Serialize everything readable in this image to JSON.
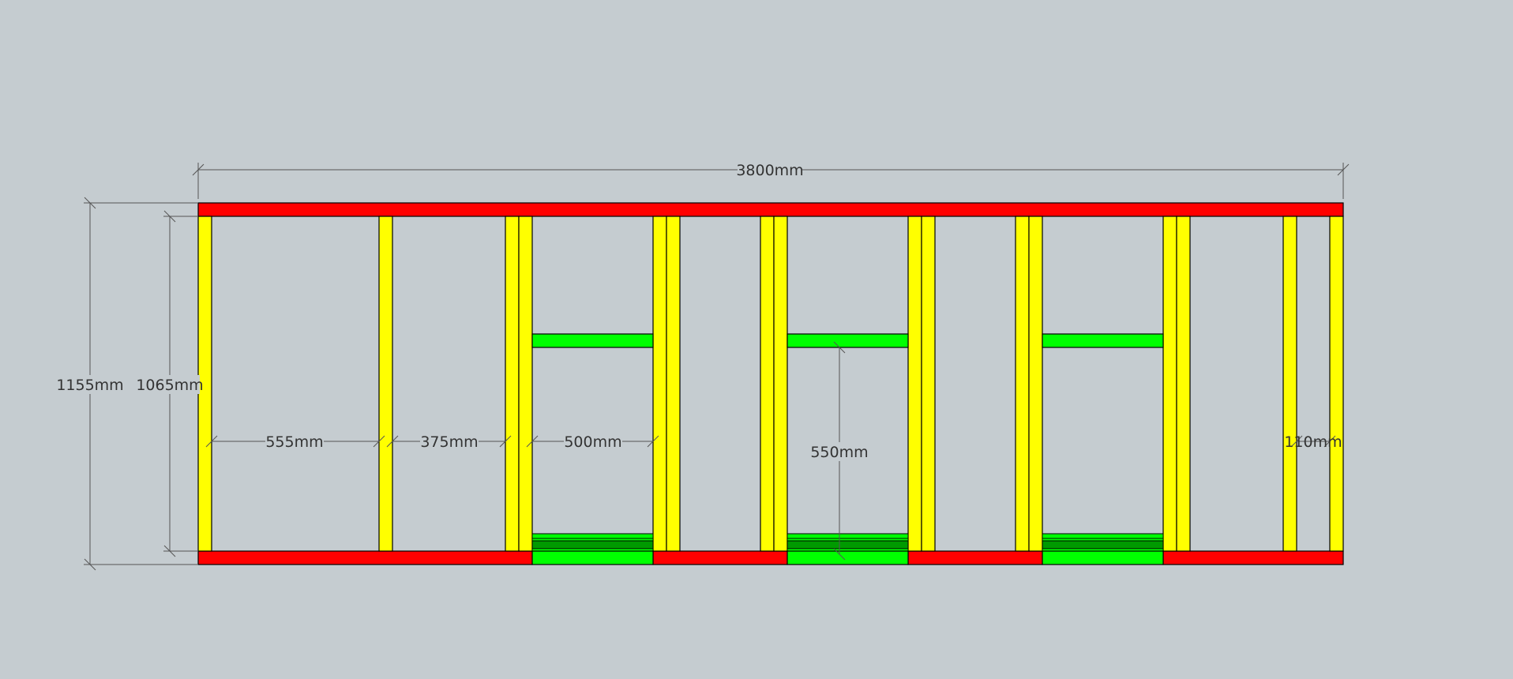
{
  "colors": {
    "background": "#c5ccd0",
    "plate": "#ff0000",
    "stud": "#ffff00",
    "nogging": "#00ff00",
    "sill_dark": "#009a00",
    "outline": "#000000",
    "dimension_line": "#555555",
    "dimension_text": "#333333"
  },
  "dimensions": {
    "overall_width": "3800mm",
    "overall_height": "1155mm",
    "stud_height": "1065mm",
    "bay_1": "555mm",
    "bay_2": "375mm",
    "bay_3": "500mm",
    "opening_height": "550mm",
    "end_bay": "110mm"
  }
}
